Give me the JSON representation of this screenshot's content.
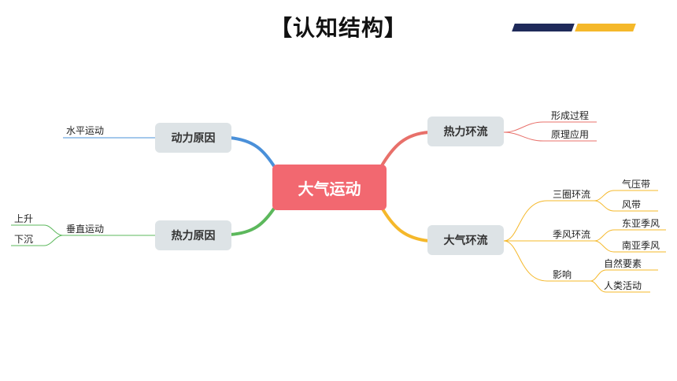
{
  "title": "【认知结构】",
  "central": "大气运动",
  "branches": {
    "dynamics": {
      "label": "动力原因",
      "children": [
        "水平运动"
      ]
    },
    "thermal_cause": {
      "label": "热力原因",
      "child": "垂直运动",
      "children": [
        "上升",
        "下沉"
      ]
    },
    "thermal_circulation": {
      "label": "热力环流",
      "children": [
        "形成过程",
        "原理应用"
      ]
    },
    "atmospheric_circulation": {
      "label": "大气环流",
      "three_cell": {
        "label": "三圈环流",
        "children": [
          "气压带",
          "风带"
        ]
      },
      "monsoon": {
        "label": "季风环流",
        "children": [
          "东亚季风",
          "南亚季风"
        ]
      },
      "influence": {
        "label": "影响",
        "children": [
          "自然要素",
          "人类活动"
        ]
      }
    }
  },
  "colors": {
    "central": "#f26870",
    "blue": "#4a90d9",
    "green": "#5cb85c",
    "red": "#e8706a",
    "gold": "#f5b82a",
    "node_bg": "#dde3e6",
    "deco_navy": "#1f2a5a",
    "deco_gold": "#f5b82a"
  }
}
